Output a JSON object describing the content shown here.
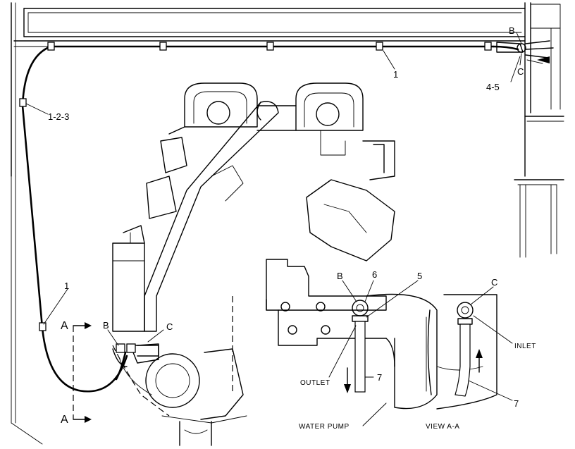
{
  "callouts": {
    "hose_upper": "1",
    "hose_left": "1",
    "clip_group": "1-2-3",
    "fittings": "4-5",
    "point_b_top": "B",
    "point_c_top": "C",
    "point_b_lower": "B",
    "point_c_lower": "C",
    "section_a_top": "A",
    "section_a_bottom": "A",
    "view_b": "B",
    "view_6": "6",
    "view_5": "5",
    "view_c": "C",
    "view_7_left": "7",
    "view_7_right": "7"
  },
  "labels": {
    "outlet": "OUTLET",
    "inlet": "INLET",
    "water_pump": "WATER PUMP",
    "view": "VIEW A-A"
  }
}
